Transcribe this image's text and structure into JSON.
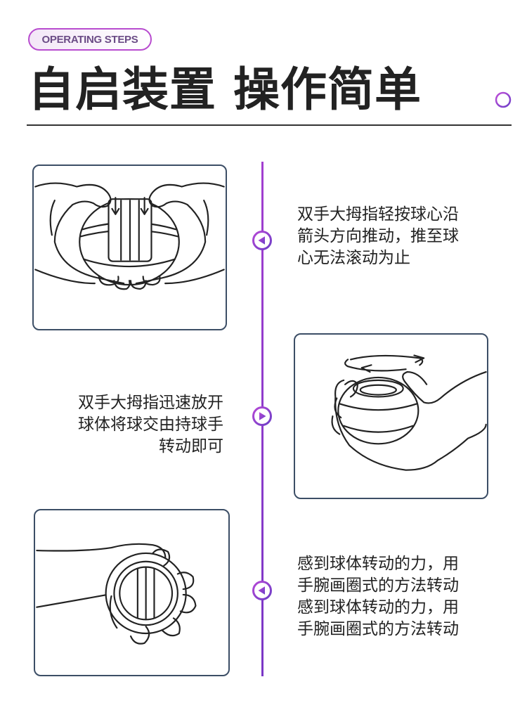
{
  "header": {
    "badge": "OPERATING STEPS",
    "title": "自启装置 操作简单"
  },
  "steps": [
    {
      "text": "双手大拇指轻按球心沿\n箭头方向推动，推至球\n心无法滚动为止",
      "illustration": "thumbs-pressing-ball",
      "node": "left-arrow"
    },
    {
      "text": "双手大拇指迅速放开\n球体将球交由持球手\n转动即可",
      "illustration": "hand-holding-spinning-ball",
      "node": "right-arrow"
    },
    {
      "text": "感到球体转动的力，用\n手腕画圈式的方法转动\n感到球体转动的力，用\n手腕画圈式的方法转动",
      "illustration": "grip-ball-wrist-circle",
      "node": "left-arrow"
    }
  ],
  "colors": {
    "accent": "#a23fd0",
    "panel_border": "#3c4e66",
    "text": "#222222"
  }
}
